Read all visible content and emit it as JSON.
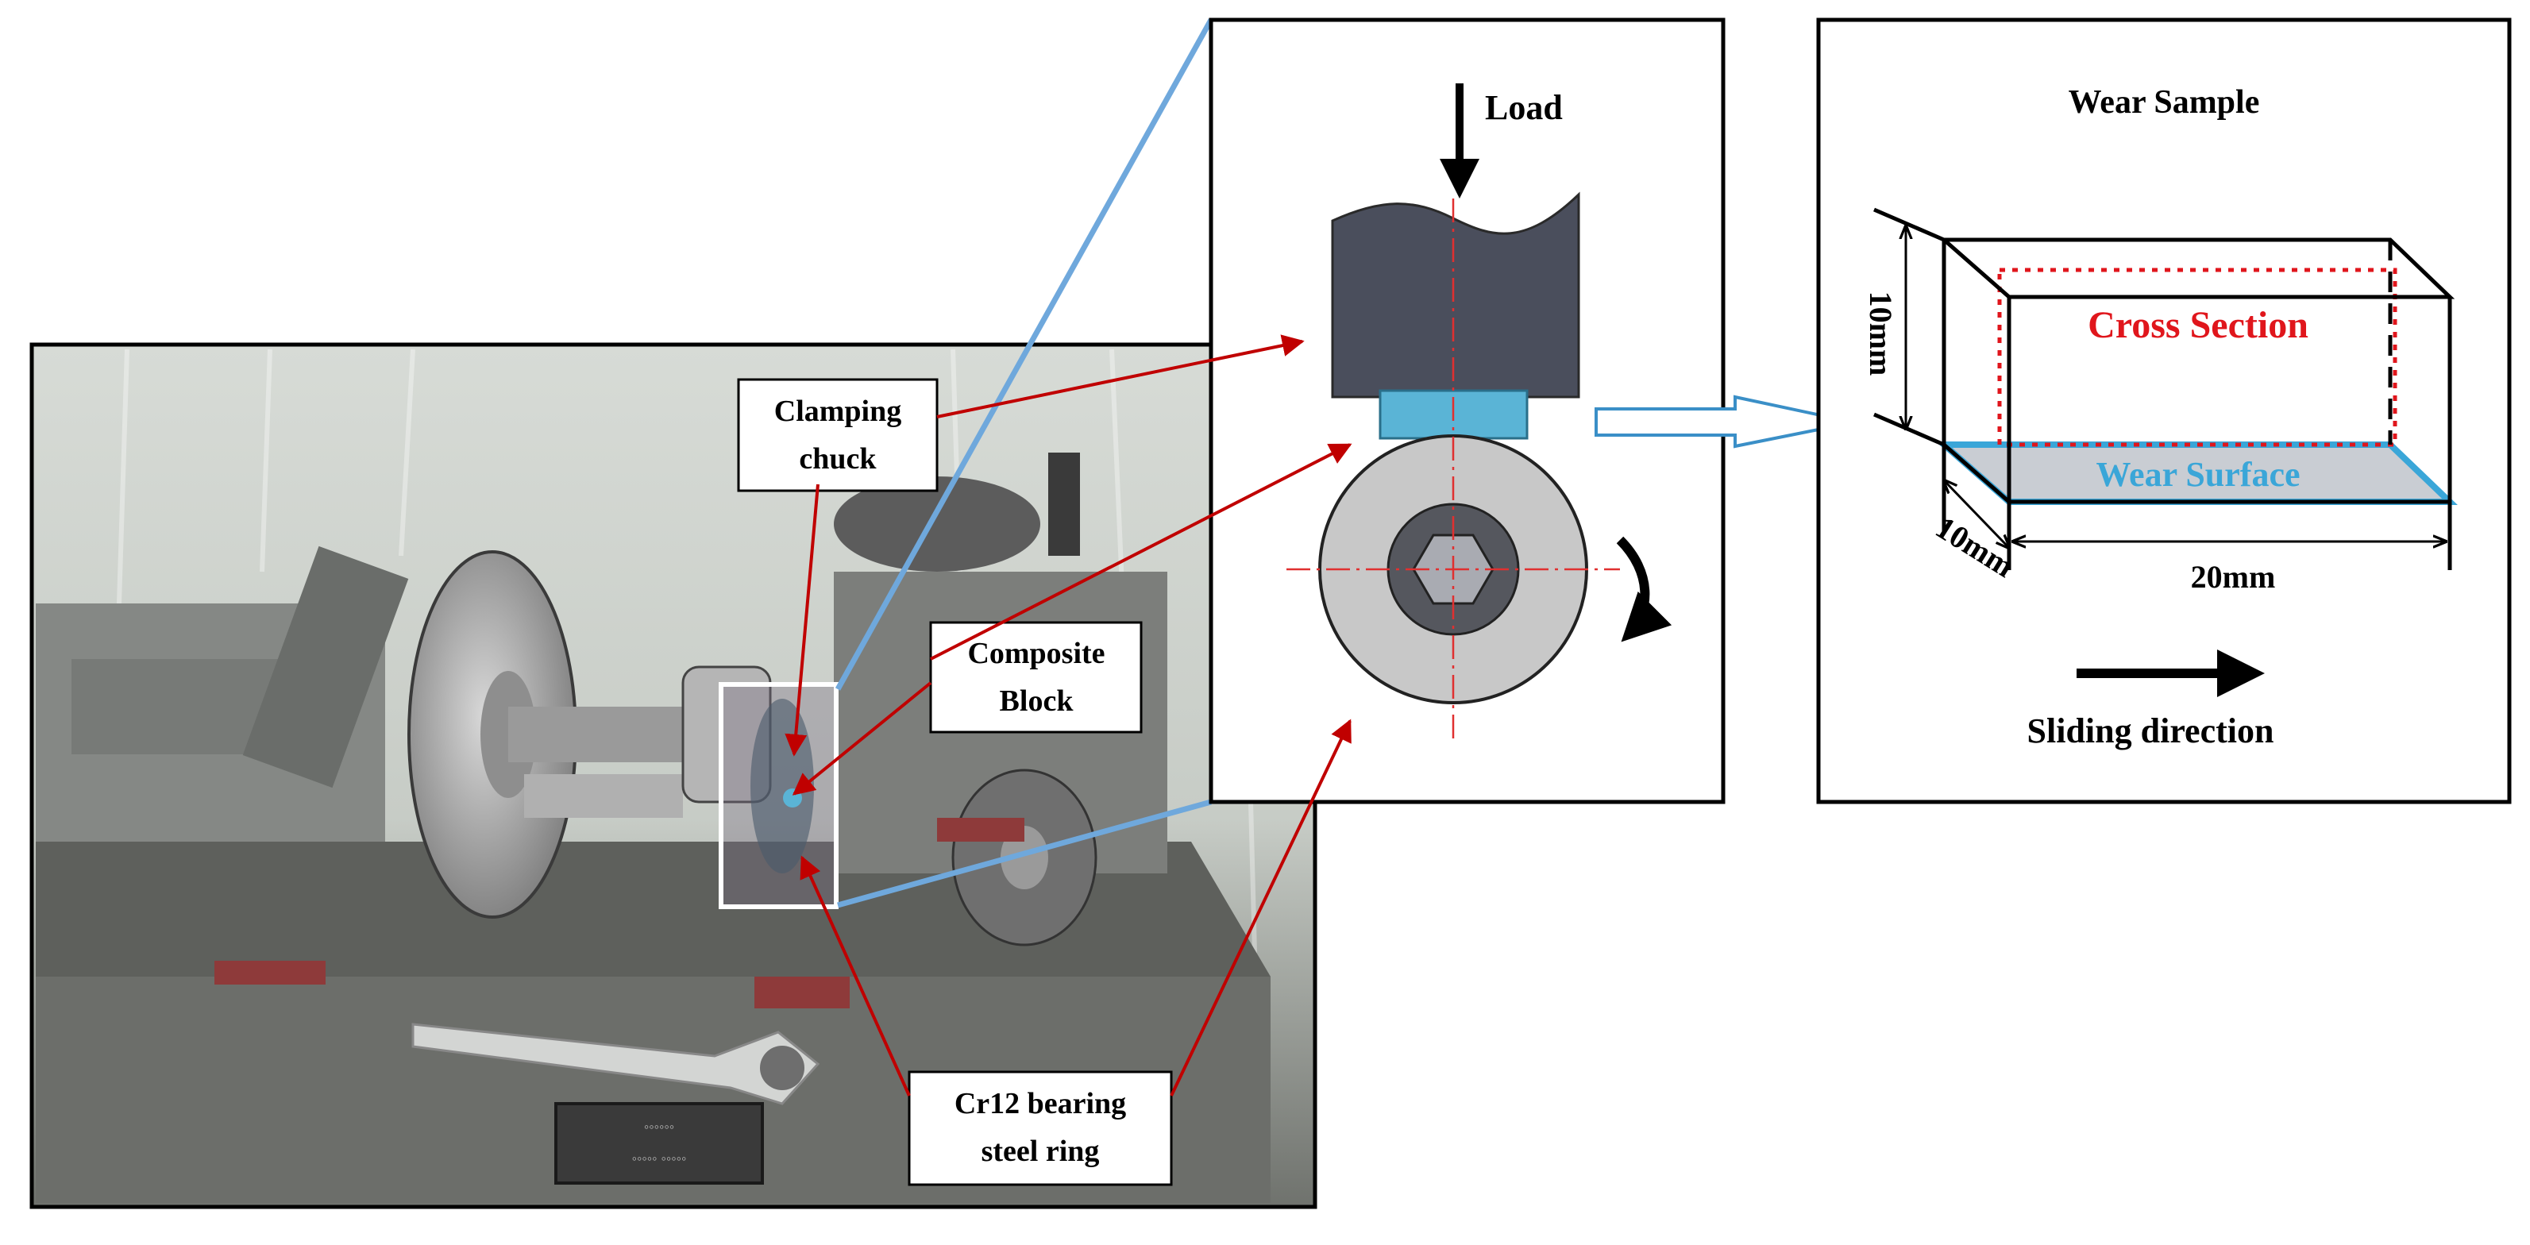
{
  "photo": {
    "labels": {
      "clamping_chuck": [
        "Clamping",
        "chuck"
      ],
      "composite_block": [
        "Composite",
        "Block"
      ],
      "bearing_ring": [
        "Cr12 bearing",
        "steel ring"
      ]
    },
    "nameplate_text": [
      "◦◦◦◦◦◦",
      "◦◦◦◦◦ ◦◦◦◦◦"
    ]
  },
  "schematic": {
    "load_label": "Load"
  },
  "sample": {
    "title": "Wear Sample",
    "cross_section_label": "Cross Section",
    "wear_surface_label": "Wear Surface",
    "height_label": "10mm",
    "depth_label": "10mm",
    "length_label": "20mm",
    "sliding_label": "Sliding direction"
  },
  "colors": {
    "annotation_arrow": "#c00000",
    "zoom_line": "#6fa8dc",
    "block": "#4a4e5c",
    "composite_block": "#5ab4d6",
    "ring": "#c8c8c8",
    "cross_section": "#e0161c",
    "wear_surface": "#3aa6d8"
  }
}
